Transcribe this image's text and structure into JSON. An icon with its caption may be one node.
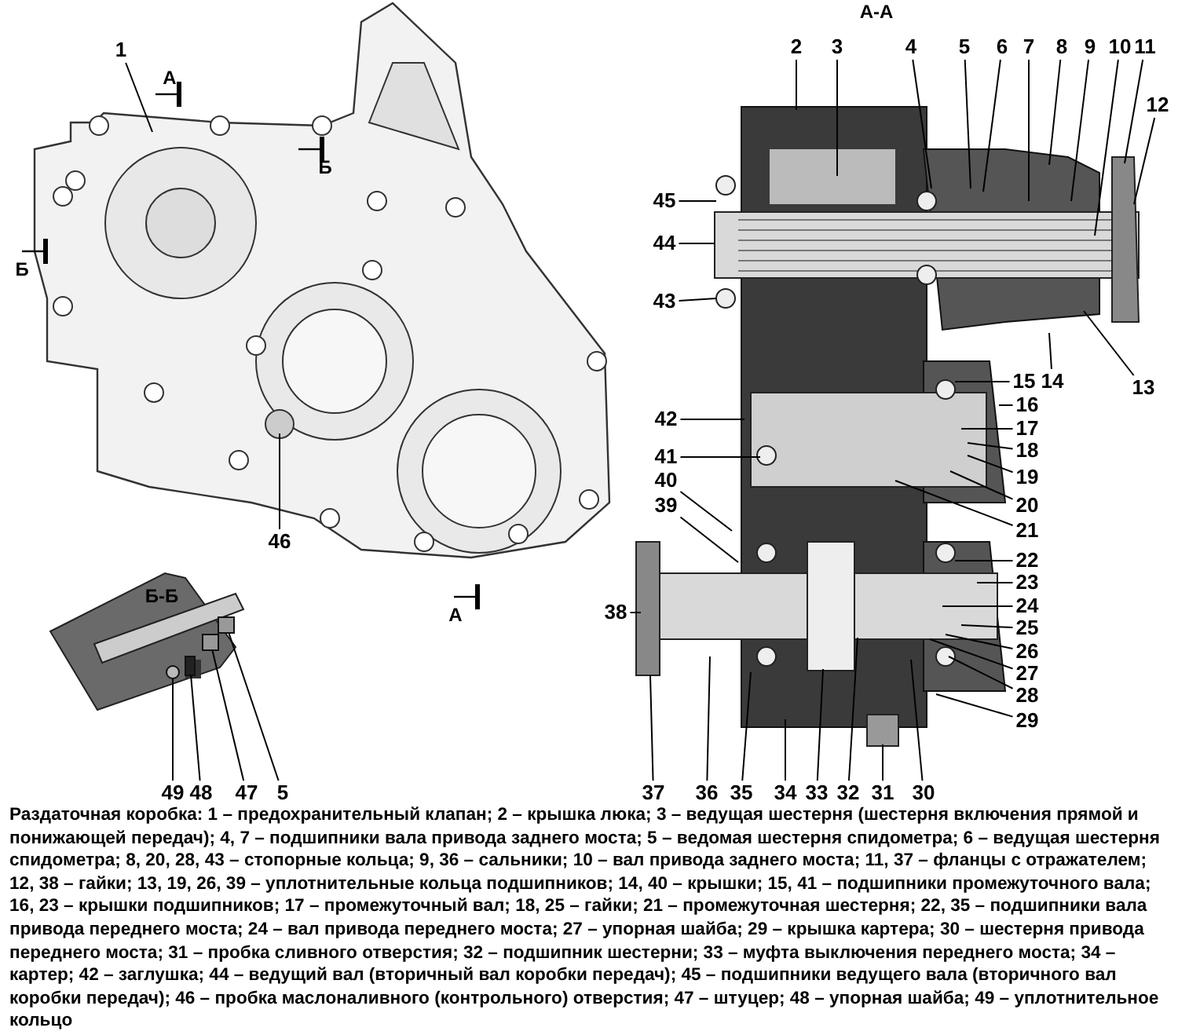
{
  "diagram": {
    "caption": "Раздаточная коробка: 1 – предохранительный клапан; 2 – крышка люка; 3 – ведущая шестерня (шестерня включения прямой и понижающей передач); 4, 7 – подшипники вала привода заднего моста; 5 – ведомая шестерня спидометра; 6 – ведущая шестерня спидометра; 8, 20, 28, 43 – стопорные кольца; 9, 36 – сальники; 10 – вал привода заднего моста; 11, 37 – фланцы с отражателем; 12, 38 – гайки; 13, 19, 26, 39 – уплотнительные кольца подшипников; 14, 40 – крышки; 15, 41 – подшипники промежуточного вала; 16, 23 – крышки подшипников; 17 – промежуточный вал; 18, 25 – гайки; 21 – промежуточная шестерня; 22, 35 – подшипники вала привода переднего моста; 24 – вал привода переднего моста; 27 – упорная шайба; 29 – крышка картера; 30 – шестерня привода переднего моста; 31 – пробка сливного отверстия; 32 – подшипник шестерни; 33 – муфта выключения переднего моста; 34 – картер; 42 – заглушка; 44 – ведущий вал (вторичный вал коробки передач); 45 – подшипники ведущего вала (вторичного вал коробки передач); 46 – пробка маслоналивного (контрольного) отверстия; 47 – штуцер; 48 – упорная шайба; 49 – уплотнительное кольцо",
    "nodes": [
      {
        "text": [
          "1"
        ]
      },
      {
        "text": [
          "2"
        ]
      },
      {
        "text": [
          "3"
        ]
      },
      {
        "text": [
          "4"
        ]
      },
      {
        "text": [
          "5"
        ]
      },
      {
        "text": [
          "6"
        ]
      },
      {
        "text": [
          "7"
        ]
      },
      {
        "text": [
          "8"
        ]
      },
      {
        "text": [
          "9"
        ]
      },
      {
        "text": [
          "10"
        ]
      },
      {
        "text": [
          "11"
        ]
      },
      {
        "text": [
          "12"
        ]
      },
      {
        "text": [
          "45"
        ]
      },
      {
        "text": [
          "44"
        ]
      },
      {
        "text": [
          "43"
        ]
      },
      {
        "text": [
          "15"
        ]
      },
      {
        "text": [
          "14"
        ]
      },
      {
        "text": [
          "13"
        ]
      },
      {
        "text": [
          "16"
        ]
      },
      {
        "text": [
          "17"
        ]
      },
      {
        "text": [
          "18"
        ]
      },
      {
        "text": [
          "19"
        ]
      },
      {
        "text": [
          "20"
        ]
      },
      {
        "text": [
          "21"
        ]
      },
      {
        "text": [
          "22"
        ]
      },
      {
        "text": [
          "23"
        ]
      },
      {
        "text": [
          "24"
        ]
      },
      {
        "text": [
          "25"
        ]
      },
      {
        "text": [
          "26"
        ]
      },
      {
        "text": [
          "27"
        ]
      },
      {
        "text": [
          "28"
        ]
      },
      {
        "text": [
          "29"
        ]
      },
      {
        "text": [
          "42"
        ]
      },
      {
        "text": [
          "41"
        ]
      },
      {
        "text": [
          "40"
        ]
      },
      {
        "text": [
          "39"
        ]
      },
      {
        "text": [
          "46"
        ]
      },
      {
        "text": [
          "38"
        ]
      },
      {
        "text": [
          "49"
        ]
      },
      {
        "text": [
          "48"
        ]
      },
      {
        "text": [
          "47"
        ]
      },
      {
        "text": [
          "5"
        ]
      },
      {
        "text": [
          "37"
        ]
      },
      {
        "text": [
          "36"
        ]
      },
      {
        "text": [
          "35"
        ]
      },
      {
        "text": [
          "34"
        ]
      },
      {
        "text": [
          "33"
        ]
      },
      {
        "text": [
          "32"
        ]
      },
      {
        "text": [
          "31"
        ]
      },
      {
        "text": [
          "30"
        ]
      },
      {
        "text": [],
        "shape": "circle"
      },
      {
        "text": [],
        "shape": "bar"
      },
      {
        "text": [],
        "shape": "box"
      },
      {
        "text": [],
        "shape": "box"
      }
    ],
    "edges": [
      {
        "from": 0,
        "to": null,
        "arrow": "none"
      },
      {
        "from": 1,
        "to": null,
        "arrow": "none"
      },
      {
        "from": 2,
        "to": null,
        "arrow": "none"
      },
      {
        "from": 3,
        "to": null,
        "arrow": "none"
      },
      {
        "from": 4,
        "to": null,
        "arrow": "none"
      },
      {
        "from": 5,
        "to": null,
        "arrow": "none"
      },
      {
        "from": 6,
        "to": null,
        "arrow": "none"
      },
      {
        "from": 7,
        "to": null,
        "arrow": "none"
      },
      {
        "from": 8,
        "to": null,
        "arrow": "none"
      },
      {
        "from": 9,
        "to": null,
        "arrow": "none"
      },
      {
        "from": 10,
        "to": null,
        "arrow": "none"
      },
      {
        "from": 11,
        "to": null,
        "arrow": "none"
      },
      {
        "from": 12,
        "to": null,
        "arrow": "none"
      },
      {
        "from": 13,
        "to": null,
        "arrow": "none"
      },
      {
        "from": 14,
        "to": null,
        "arrow": "none"
      },
      {
        "from": 15,
        "to": null,
        "arrow": "none"
      },
      {
        "from": 16,
        "to": null,
        "arrow": "none"
      },
      {
        "from": 17,
        "to": null,
        "arrow": "none"
      },
      {
        "from": 18,
        "to": null,
        "arrow": "none"
      },
      {
        "from": 19,
        "to": null,
        "arrow": "none"
      },
      {
        "from": 20,
        "to": null,
        "arrow": "none"
      },
      {
        "from": 21,
        "to": null,
        "arrow": "none"
      },
      {
        "from": 22,
        "to": null,
        "arrow": "none"
      },
      {
        "from": 23,
        "to": null,
        "arrow": "none"
      },
      {
        "from": 24,
        "to": null,
        "arrow": "none"
      },
      {
        "from": 25,
        "to": null,
        "arrow": "none"
      },
      {
        "from": 26,
        "to": null,
        "arrow": "none"
      },
      {
        "from": 27,
        "to": null,
        "arrow": "none"
      },
      {
        "from": 28,
        "to": null,
        "arrow": "none"
      },
      {
        "from": 29,
        "to": null,
        "arrow": "none"
      },
      {
        "from": 30,
        "to": null,
        "arrow": "none"
      },
      {
        "from": 31,
        "to": null,
        "arrow": "none"
      },
      {
        "from": 32,
        "to": null,
        "arrow": "none"
      },
      {
        "from": 33,
        "to": null,
        "arrow": "none"
      },
      {
        "from": 34,
        "to": null,
        "arrow": "none"
      },
      {
        "from": 35,
        "to": null,
        "arrow": "none"
      },
      {
        "from": 36,
        "to": null,
        "arrow": "none"
      },
      {
        "from": 37,
        "to": null,
        "arrow": "none"
      },
      {
        "from": 38,
        "to": 50,
        "arrow": "none"
      },
      {
        "from": 39,
        "to": 51,
        "arrow": "none"
      },
      {
        "from": 40,
        "to": 52,
        "arrow": "none"
      },
      {
        "from": 41,
        "to": 53,
        "arrow": "none"
      },
      {
        "from": 42,
        "to": null,
        "arrow": "none"
      },
      {
        "from": 43,
        "to": null,
        "arrow": "none"
      },
      {
        "from": 44,
        "to": null,
        "arrow": "none"
      },
      {
        "from": 45,
        "to": null,
        "arrow": "none"
      },
      {
        "from": 46,
        "to": null,
        "arrow": "none"
      },
      {
        "from": 47,
        "to": null,
        "arrow": "none"
      },
      {
        "from": 48,
        "to": null,
        "arrow": "none"
      },
      {
        "from": 49,
        "to": null,
        "arrow": "none"
      }
    ],
    "labels": [
      "А-А",
      "А",
      "Б",
      "Б",
      "Б-Б",
      "А"
    ]
  }
}
